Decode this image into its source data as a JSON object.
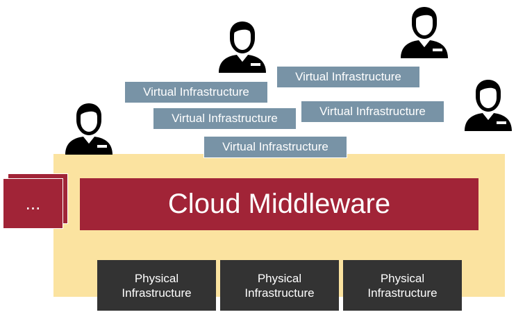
{
  "diagram": {
    "middleware_label": "Cloud Middleware",
    "more_label": "...",
    "virtual_boxes": [
      "Virtual Infrastructure",
      "Virtual Infrastructure",
      "Virtual Infrastructure",
      "Virtual Infrastructure",
      "Virtual Infrastructure"
    ],
    "physical_boxes": [
      {
        "line1": "Physical",
        "line2": "Infrastructure"
      },
      {
        "line1": "Physical",
        "line2": "Infrastructure"
      },
      {
        "line1": "Physical",
        "line2": "Infrastructure"
      }
    ],
    "icons": {
      "user": "user-icon"
    },
    "colors": {
      "base": "#fbe3a0",
      "middleware": "#a12437",
      "virtual": "#7893a6",
      "physical": "#333333",
      "user": "#000000"
    }
  }
}
